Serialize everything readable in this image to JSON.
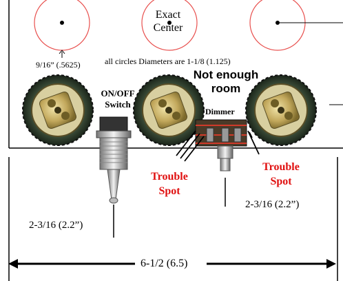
{
  "labels": {
    "exact_center_line1": "Exact",
    "exact_center_line2": "Center",
    "hole_size": "9/16” (.5625)",
    "circle_diameters": "all circles Diameters are 1-1/8  (1.125)",
    "not_enough_line1": "Not enough",
    "not_enough_line2": "room",
    "switch_line1": "ON/OFF",
    "switch_line2": "Switch",
    "dimmer": "Dimmer",
    "trouble_left_line1": "Trouble",
    "trouble_left_line2": "Spot",
    "trouble_right_line1": "Trouble",
    "trouble_right_line2": "Spot",
    "dim_right": "2-3/16 (2.2”)",
    "dim_left": "2-3/16 (2.2”)",
    "dim_total": "6-1/2 (6.5)"
  },
  "colors": {
    "circle_outline": "#e8504e",
    "trouble_text": "#e01010",
    "socket_ring": "#2b3a2a",
    "socket_brass": "#b8a15c"
  }
}
